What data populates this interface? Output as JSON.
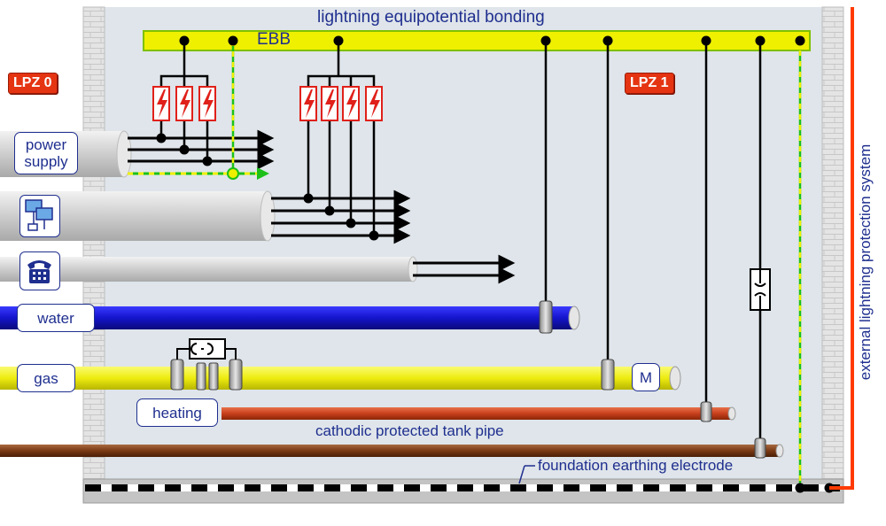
{
  "title": "lightning equipotential bonding",
  "ebb_label": "EBB",
  "zones": {
    "outer": "LPZ 0",
    "inner": "LPZ 1"
  },
  "lines": {
    "power": "power\nsupply",
    "water": "water",
    "gas": "gas",
    "heating": "heating",
    "tank_pipe": "cathodic protected tank pipe",
    "foundation": "foundation earthing electrode",
    "meter": "M"
  },
  "external_lps": "external lightning protection system",
  "icons": {
    "data": "computer-network-icon",
    "telephone": "telephone-icon",
    "spd": "surge-arrester-icon",
    "spark_gap": "isolating-spark-gap-icon"
  },
  "colors": {
    "ebb": "#eef000",
    "water": "#1414cc",
    "gas": "#f0ee10",
    "heating": "#c8401c",
    "tank_pipe": "#7a3a14",
    "external_lps": "#ff3a00",
    "protective_earth": "#1cc018",
    "labels": "#1f2f8f",
    "zone_badge": "#e53412"
  }
}
